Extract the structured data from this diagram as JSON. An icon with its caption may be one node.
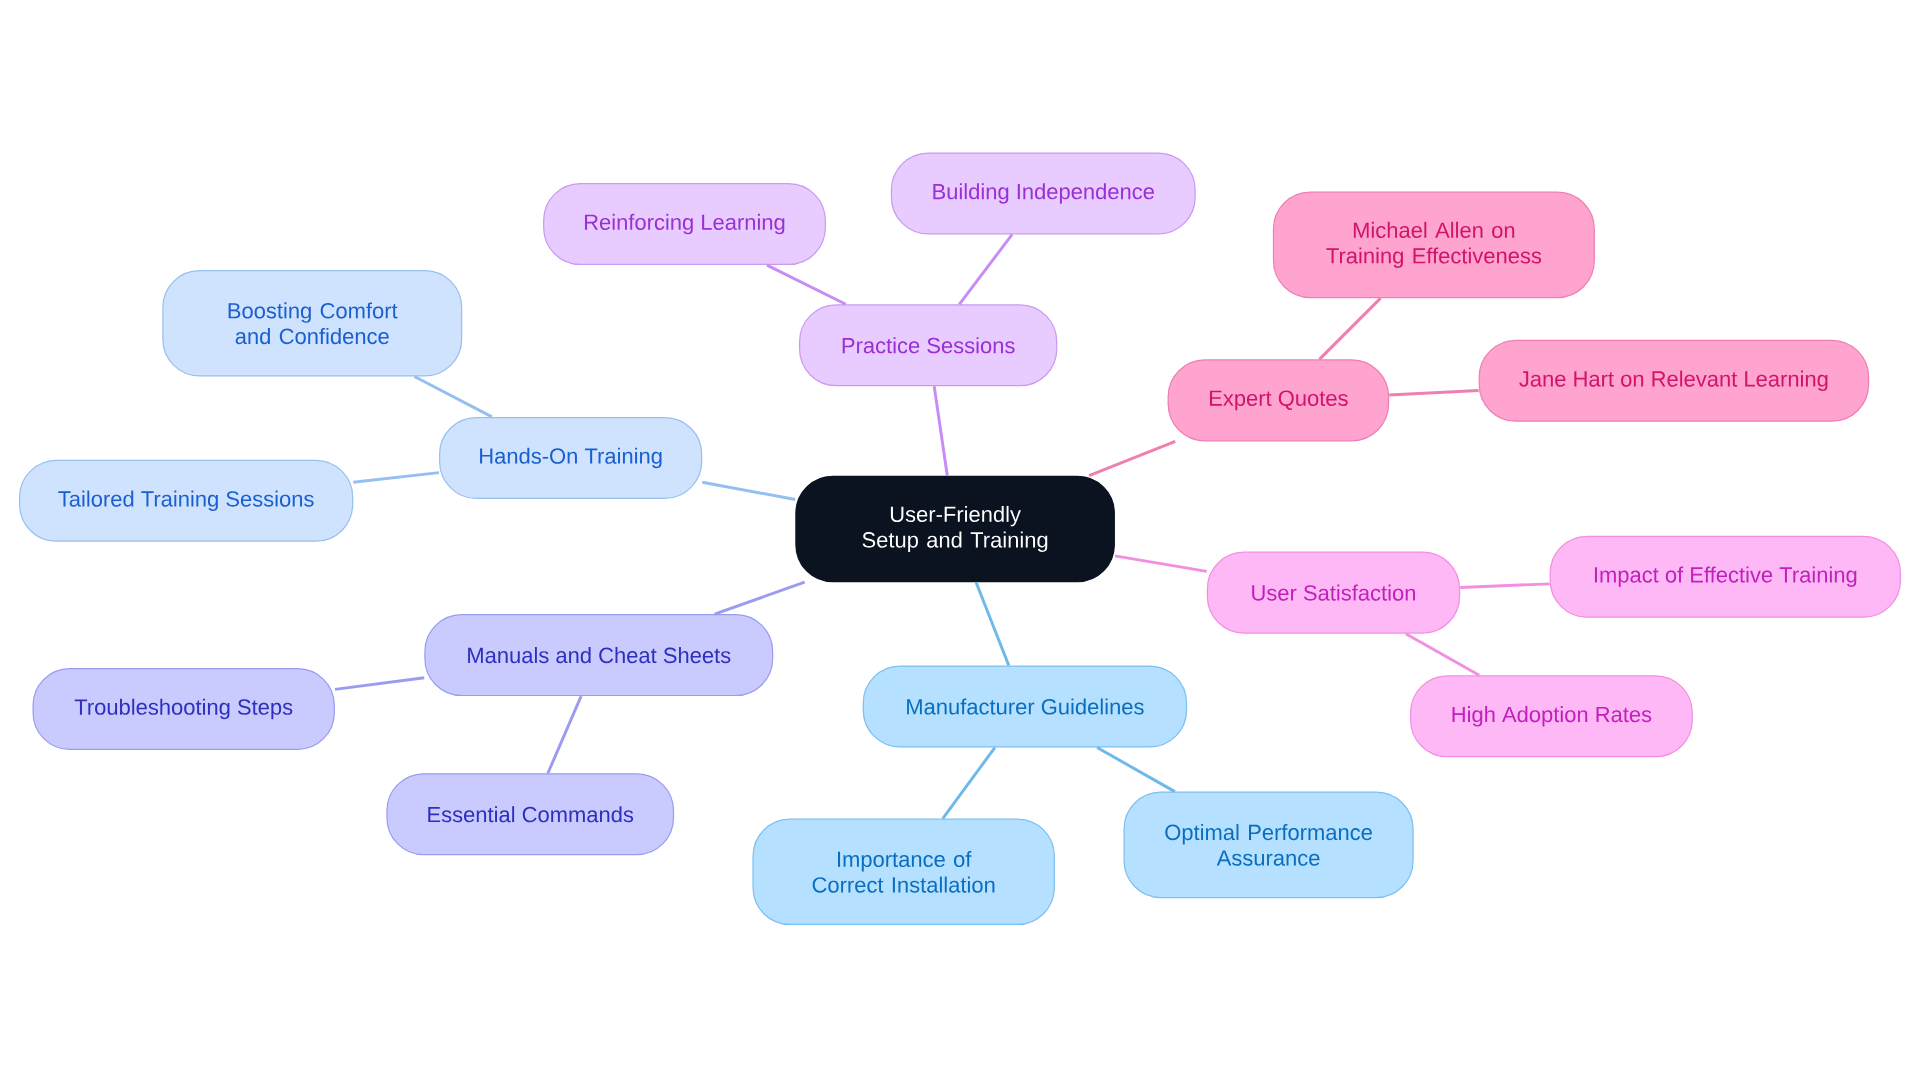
{
  "diagram": {
    "nodes": [
      {
        "text": [
          "User-Friendly Setup and Training"
        ]
      },
      {
        "text": [
          "Practice Sessions"
        ]
      },
      {
        "text": [
          "Reinforcing Learning"
        ]
      },
      {
        "text": [
          "Building Independence"
        ]
      },
      {
        "text": [
          "Expert Quotes"
        ]
      },
      {
        "text": [
          "Michael Allen on Training Effectiveness"
        ]
      },
      {
        "text": [
          "Jane Hart on Relevant Learning"
        ]
      },
      {
        "text": [
          "User Satisfaction"
        ]
      },
      {
        "text": [
          "Impact of Effective Training"
        ]
      },
      {
        "text": [
          "High Adoption Rates"
        ]
      },
      {
        "text": [
          "Manufacturer Guidelines"
        ]
      },
      {
        "text": [
          "Importance of Correct Installation"
        ]
      },
      {
        "text": [
          "Optimal Performance Assurance"
        ]
      },
      {
        "text": [
          "Manuals and Cheat Sheets"
        ]
      },
      {
        "text": [
          "Troubleshooting Steps"
        ]
      },
      {
        "text": [
          "Essential Commands"
        ]
      },
      {
        "text": [
          "Hands-On Training"
        ]
      },
      {
        "text": [
          "Boosting Comfort and Confidence"
        ]
      },
      {
        "text": [
          "Tailored Training Sessions"
        ]
      }
    ],
    "edges": [
      {
        "from": 0,
        "to": 1,
        "arrow": "none",
        "color": "#c78cf5"
      },
      {
        "from": 1,
        "to": 2,
        "arrow": "none",
        "color": "#c78cf5"
      },
      {
        "from": 1,
        "to": 3,
        "arrow": "none",
        "color": "#c78cf5"
      },
      {
        "from": 0,
        "to": 4,
        "arrow": "none",
        "color": "#ef7fb0"
      },
      {
        "from": 4,
        "to": 5,
        "arrow": "none",
        "color": "#ef7fb0"
      },
      {
        "from": 4,
        "to": 6,
        "arrow": "none",
        "color": "#ef7fb0"
      },
      {
        "from": 0,
        "to": 7,
        "arrow": "none",
        "color": "#f28fe0"
      },
      {
        "from": 7,
        "to": 8,
        "arrow": "none",
        "color": "#f28fe0"
      },
      {
        "from": 7,
        "to": 9,
        "arrow": "none",
        "color": "#f28fe0"
      },
      {
        "from": 0,
        "to": 10,
        "arrow": "none",
        "color": "#6fb8ea"
      },
      {
        "from": 10,
        "to": 11,
        "arrow": "none",
        "color": "#6fb8ea"
      },
      {
        "from": 10,
        "to": 12,
        "arrow": "none",
        "color": "#6fb8ea"
      },
      {
        "from": 0,
        "to": 13,
        "arrow": "none",
        "color": "#9a9cf0"
      },
      {
        "from": 13,
        "to": 14,
        "arrow": "none",
        "color": "#9a9cf0"
      },
      {
        "from": 13,
        "to": 15,
        "arrow": "none",
        "color": "#9a9cf0"
      },
      {
        "from": 0,
        "to": 16,
        "arrow": "none",
        "color": "#94bff0"
      },
      {
        "from": 16,
        "to": 17,
        "arrow": "none",
        "color": "#94bff0"
      },
      {
        "from": 16,
        "to": 18,
        "arrow": "none",
        "color": "#94bff0"
      }
    ]
  }
}
